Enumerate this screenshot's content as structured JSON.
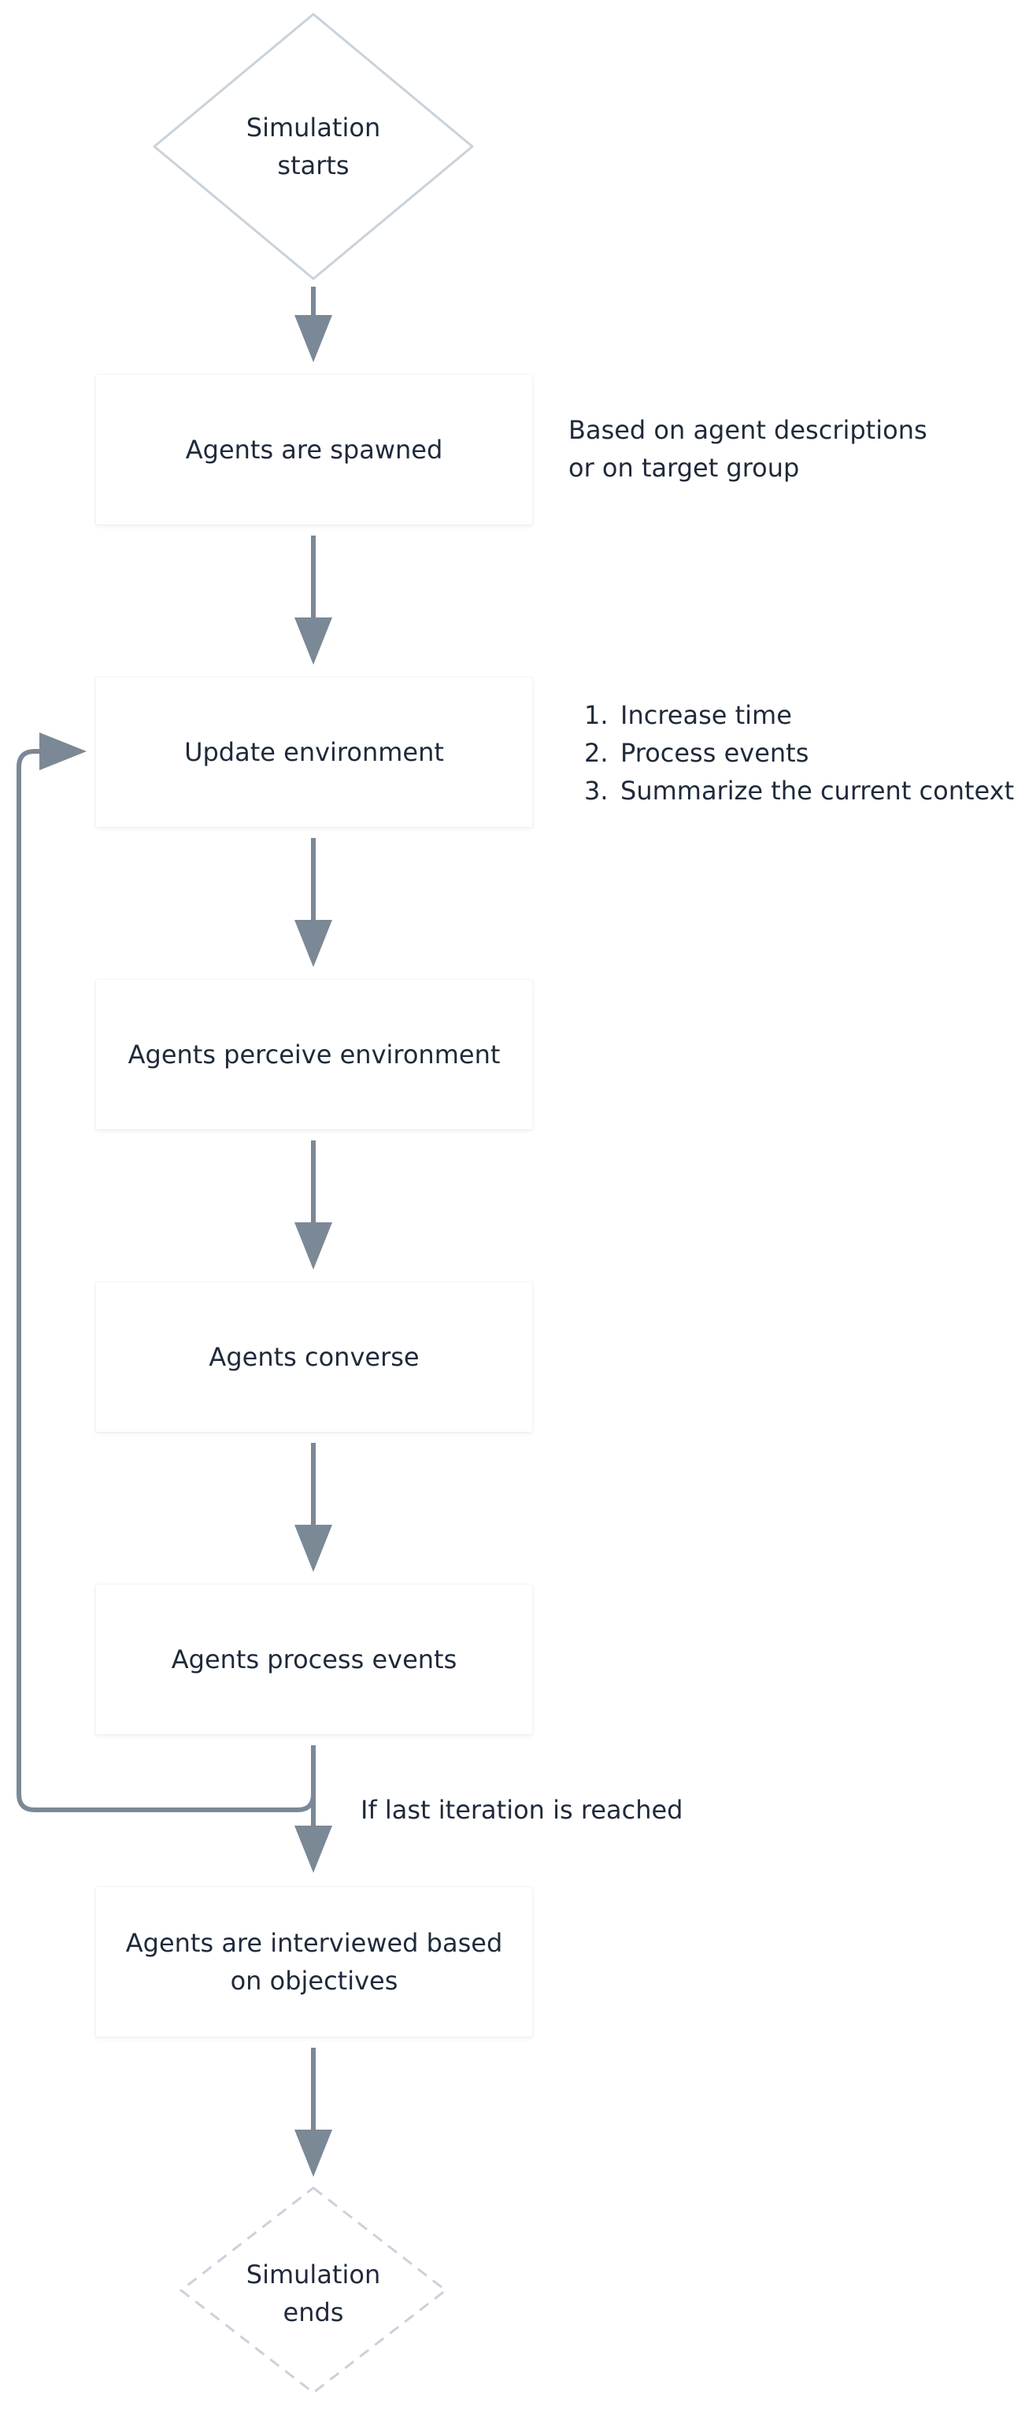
{
  "start": {
    "label": "Simulation\nstarts"
  },
  "end": {
    "label": "Simulation\nends"
  },
  "steps": [
    {
      "label": "Agents are spawned"
    },
    {
      "label": "Update environment"
    },
    {
      "label": "Agents perceive environment"
    },
    {
      "label": "Agents converse"
    },
    {
      "label": "Agents process events"
    },
    {
      "label": "Agents are interviewed based\non objectives"
    }
  ],
  "notes": {
    "spawn": "Based on agent descriptions\nor on target group",
    "update_items": [
      {
        "num": "1.",
        "text": "Increase time"
      },
      {
        "num": "2.",
        "text": "Process events"
      },
      {
        "num": "3.",
        "text": "Summarize the current context"
      }
    ],
    "loop_condition": "If last iteration is reached"
  },
  "colors": {
    "arrow": "#7b8896",
    "start_border": "#c9d2dc",
    "end_border": "#c9d2dc",
    "text": "#1f2a3a"
  }
}
